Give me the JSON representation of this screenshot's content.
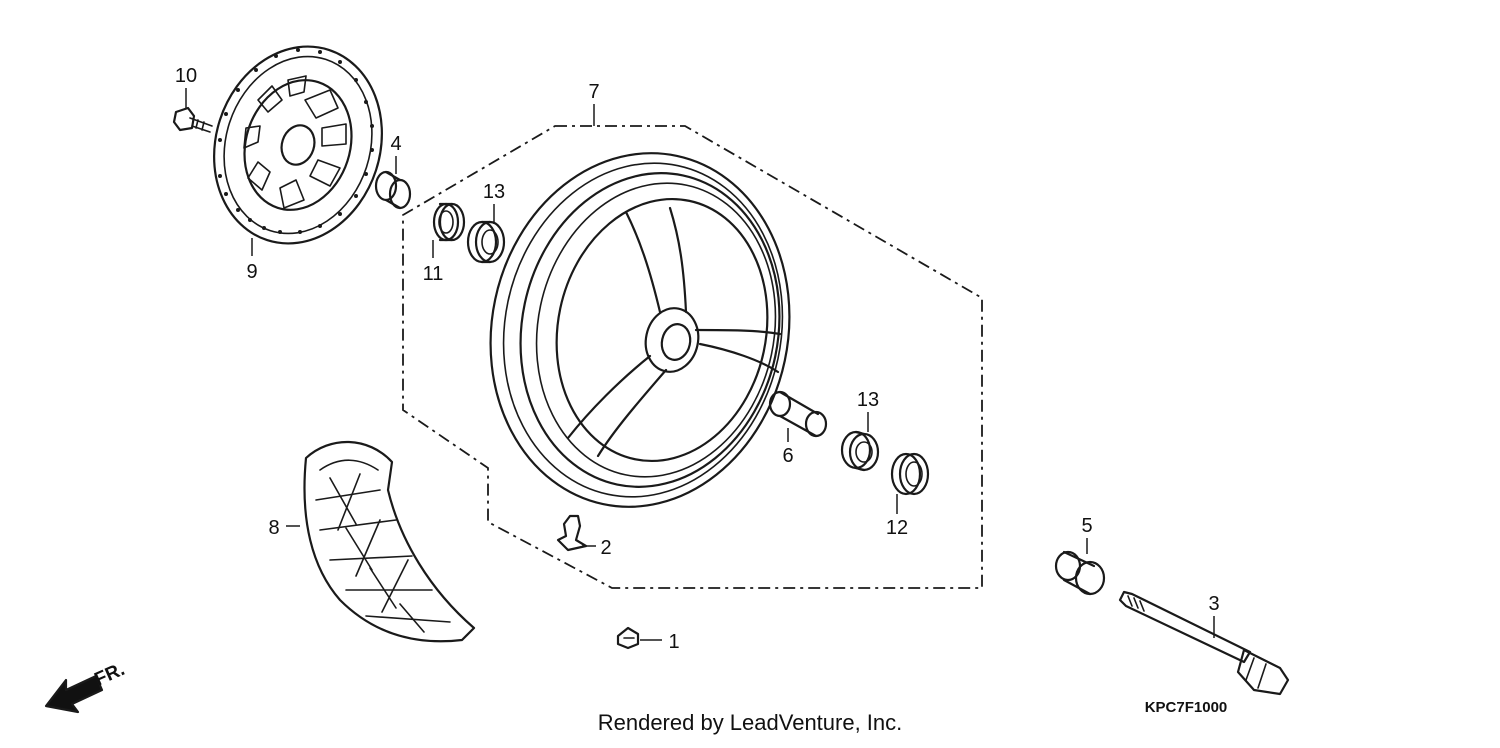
{
  "callouts": {
    "c1": "1",
    "c2": "2",
    "c3": "3",
    "c4": "4",
    "c5": "5",
    "c6": "6",
    "c7": "7",
    "c8": "8",
    "c9": "9",
    "c10": "10",
    "c11": "11",
    "c12": "12",
    "c13a": "13",
    "c13b": "13"
  },
  "front_arrow": {
    "label": "FR."
  },
  "footer": {
    "credit": "Rendered by LeadVenture, Inc."
  },
  "diagram_code": "KPC7F1000"
}
